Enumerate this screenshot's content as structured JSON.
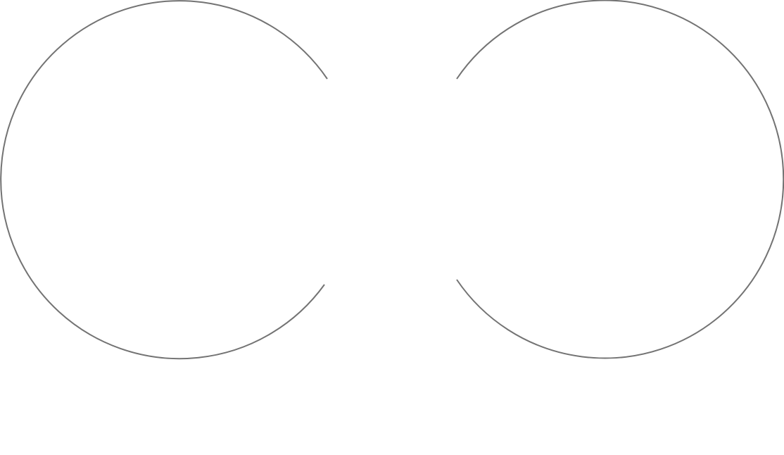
{
  "diagram": {
    "stroke_color": "#737373",
    "background_color": "#ffffff",
    "shapes": [
      {
        "name": "left-open-circle-arc",
        "opening": "right"
      },
      {
        "name": "right-open-circle-arc",
        "opening": "left"
      }
    ]
  }
}
